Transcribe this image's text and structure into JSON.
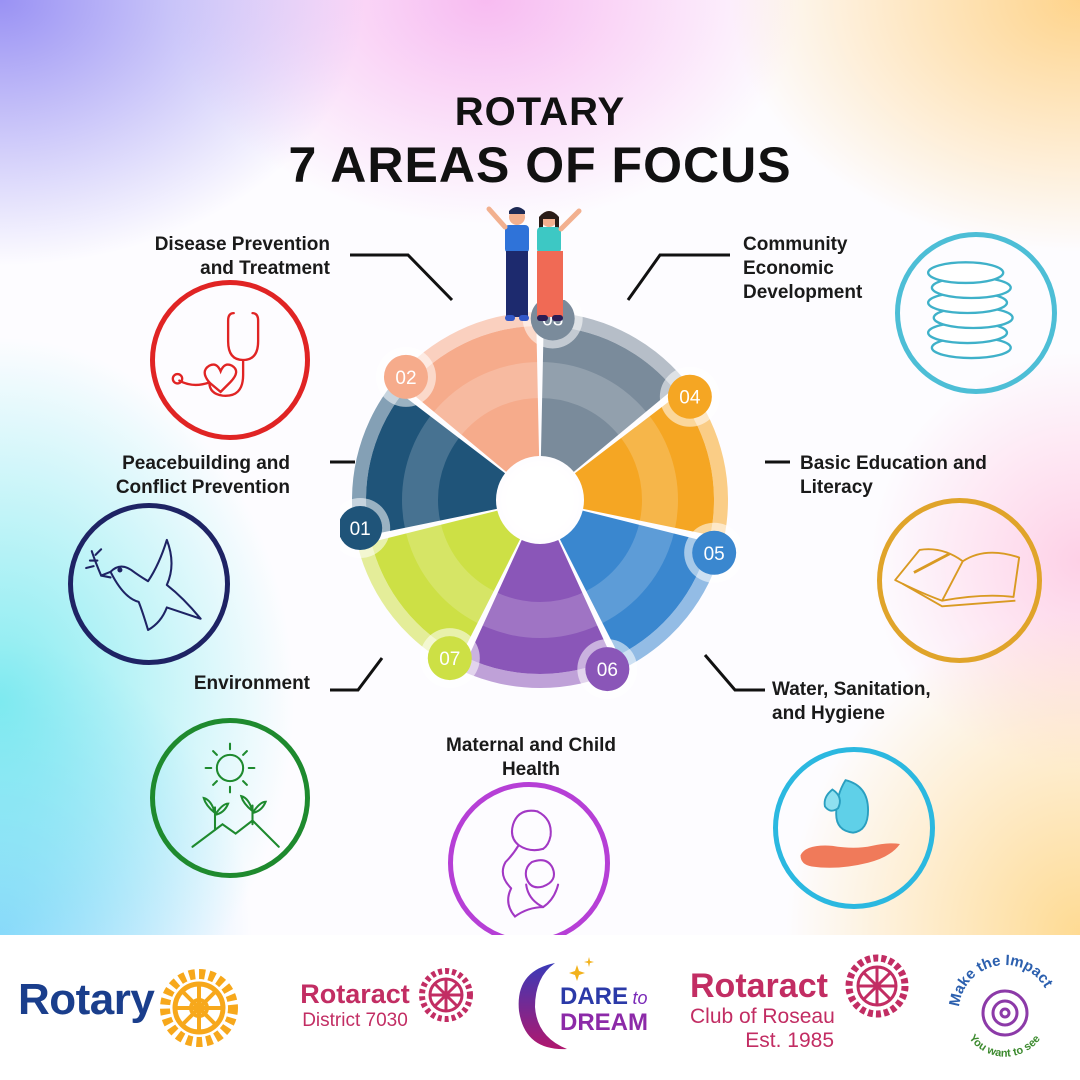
{
  "header": {
    "line1": "ROTARY",
    "line2": "7 AREAS OF FOCUS"
  },
  "areas": [
    {
      "num": "01",
      "label_line1": "Peacebuilding and",
      "label_line2": "Conflict Prevention",
      "color": "#1f5479",
      "icon": "dove-icon"
    },
    {
      "num": "02",
      "label_line1": "Disease Prevention",
      "label_line2": "and Treatment",
      "color": "#f6ab8b",
      "icon": "stethoscope-icon"
    },
    {
      "num": "03",
      "label_line1": "Community",
      "label_line2": "Economic",
      "label_line3": "Development",
      "color": "#7a8b9b",
      "icon": "coins-icon"
    },
    {
      "num": "04",
      "label_line1": "Basic Education and",
      "label_line2": "Literacy",
      "color": "#f5a623",
      "icon": "book-icon"
    },
    {
      "num": "05",
      "label_line1": "Water, Sanitation,",
      "label_line2": "and Hygiene",
      "color": "#3a87cf",
      "icon": "water-hand-icon"
    },
    {
      "num": "06",
      "label_line1": "Maternal and Child",
      "label_line2": "Health",
      "color": "#8a56b8",
      "icon": "mother-child-icon"
    },
    {
      "num": "07",
      "label_line1": "Environment",
      "color": "#cde045",
      "icon": "sun-plants-icon"
    }
  ],
  "circle_colors": {
    "disease": "#e02424",
    "community": "#4dbed6",
    "peace": "#1e2364",
    "education": "#e0a42a",
    "environment": "#1e8a2e",
    "water": "#2bb8e0",
    "maternal": "#b63fd6"
  },
  "footer": {
    "rotary": "Rotary",
    "rotaract_district_name": "Rotaract",
    "rotaract_district_sub": "District 7030",
    "dare_line1": "DARE",
    "dare_to": "to",
    "dare_line2": "DREAM",
    "roseau_name": "Rotaract",
    "roseau_sub1": "Club of Roseau",
    "roseau_sub2": "Est. 1985",
    "impact_top": "Make the Impact",
    "impact_bottom": "You want to see"
  }
}
